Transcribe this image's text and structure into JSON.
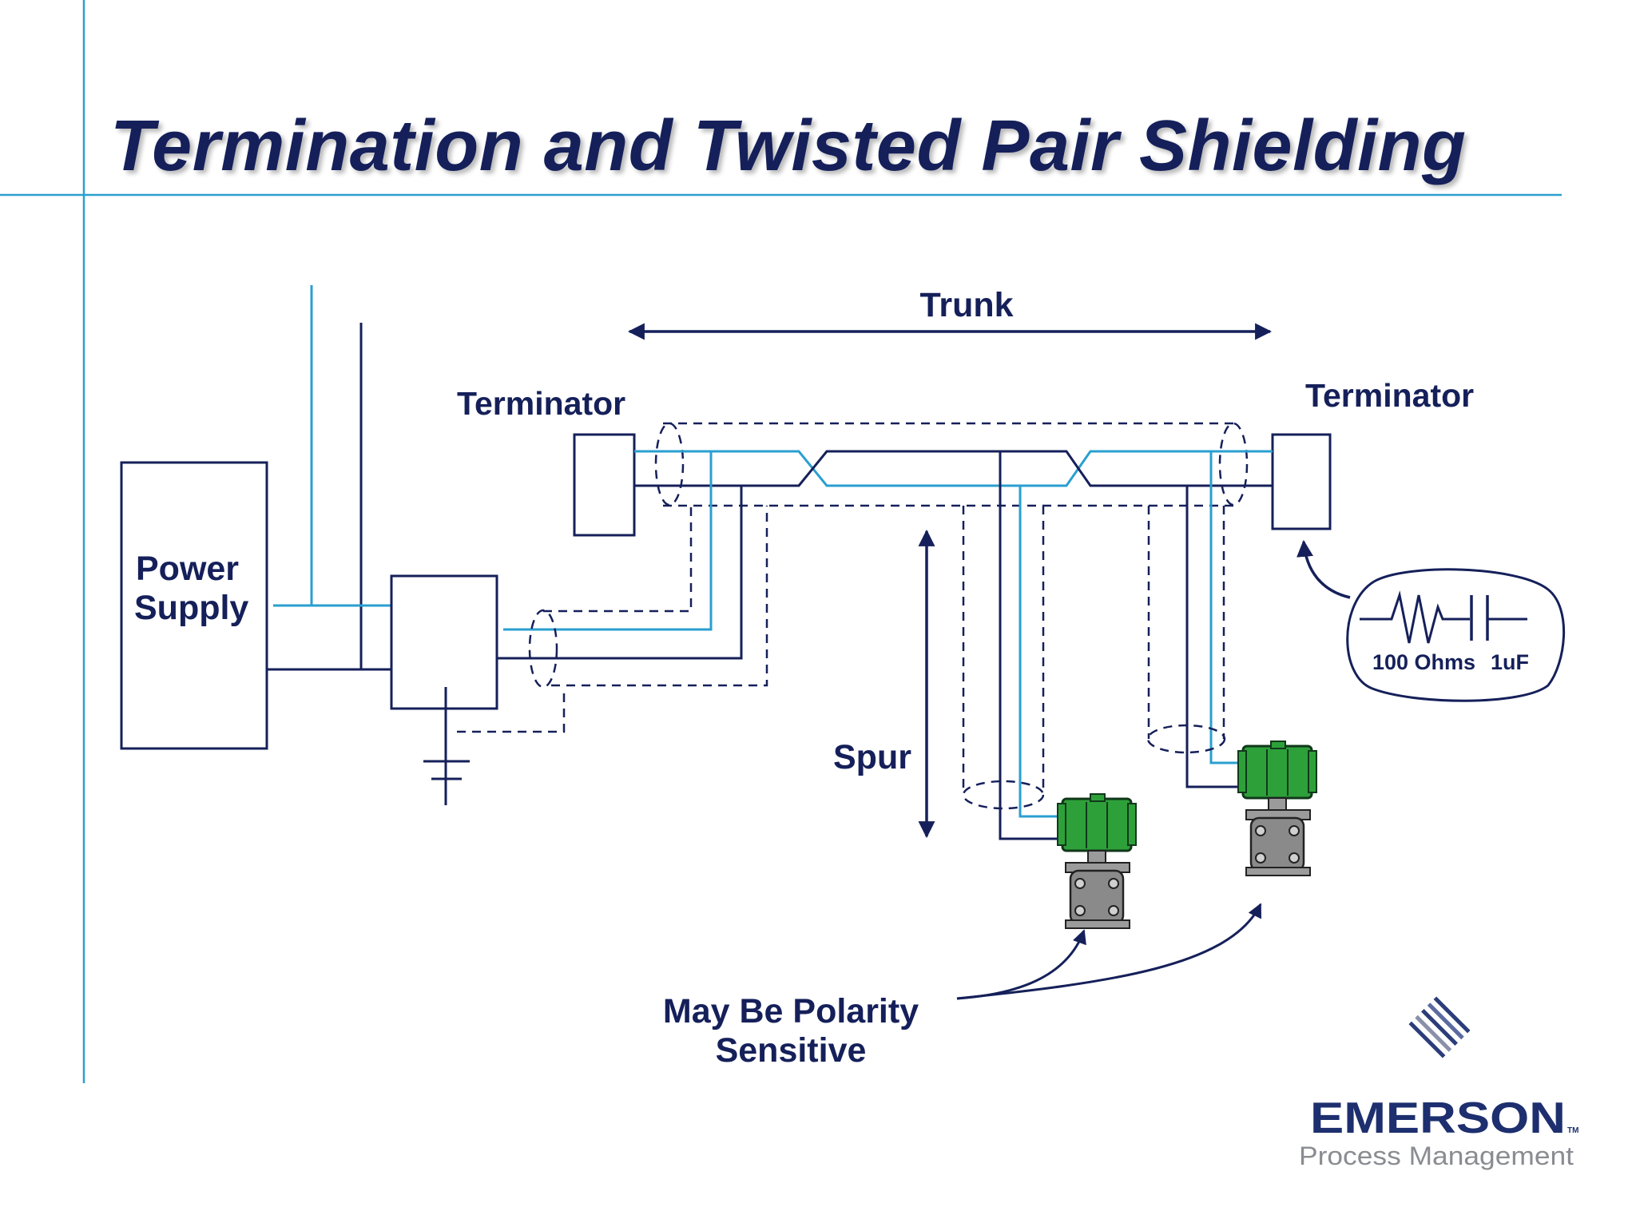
{
  "slide": {
    "title": "Termination and Twisted Pair Shielding"
  },
  "labels": {
    "trunk": "Trunk",
    "terminator_left": "Terminator",
    "terminator_right": "Terminator",
    "power_supply_line1": "Power",
    "power_supply_line2": "Supply",
    "spur": "Spur",
    "polarity_line1": "May Be Polarity",
    "polarity_line2": "Sensitive",
    "ohms": "100 Ohms",
    "capacitance": "1uF"
  },
  "logo": {
    "name": "EMERSON",
    "tm": "TM",
    "subtitle": "Process Management"
  },
  "colors": {
    "navy": "#15205a",
    "cyan": "#2a9fd0",
    "rule": "#2a9fd0",
    "transmitter_green": "#2ea03a",
    "transmitter_gray": "#8a8a8a"
  }
}
